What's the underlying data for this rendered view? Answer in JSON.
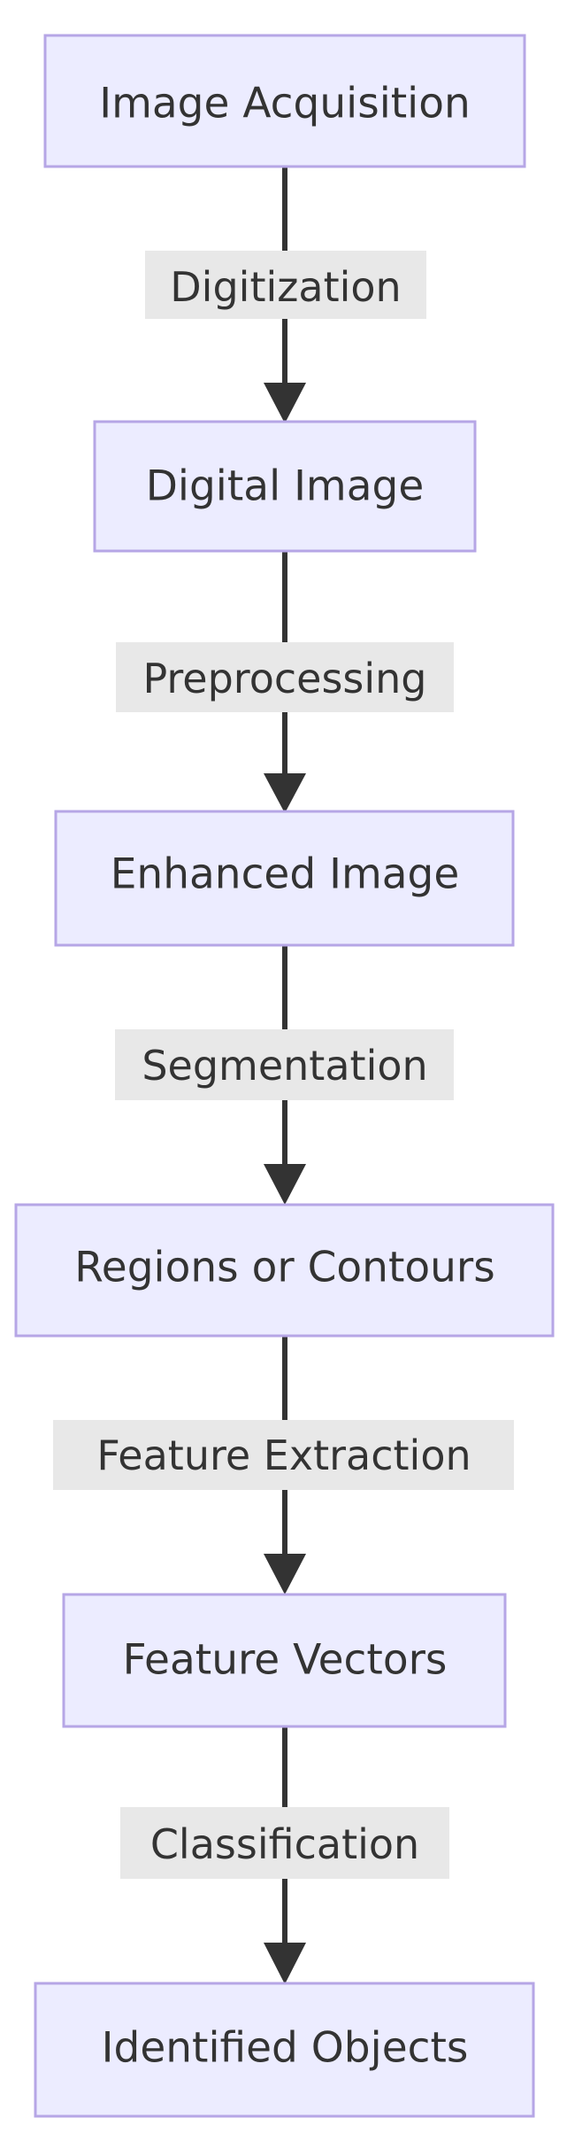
{
  "nodes": [
    {
      "label": "Image Acquisition"
    },
    {
      "label": "Digital Image"
    },
    {
      "label": "Enhanced Image"
    },
    {
      "label": "Regions or Contours"
    },
    {
      "label": "Feature Vectors"
    },
    {
      "label": "Identified Objects"
    }
  ],
  "edges": [
    {
      "label": "Digitization"
    },
    {
      "label": "Preprocessing"
    },
    {
      "label": "Segmentation"
    },
    {
      "label": "Feature Extraction"
    },
    {
      "label": "Classification"
    }
  ],
  "colors": {
    "node_fill": "#ececff",
    "node_stroke": "#b6a6e6",
    "edge": "#333333",
    "edge_label_bg": "#e8e8e8",
    "text": "#333333"
  }
}
